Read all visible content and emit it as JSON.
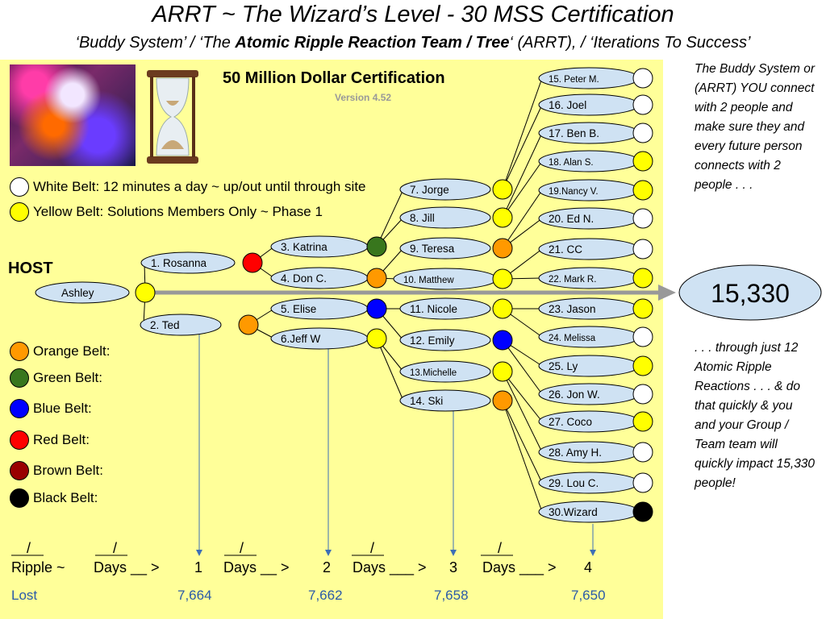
{
  "header": {
    "title": "ARRT ~ The Wizard’s Level - 30 MSS Certification",
    "subtitle_pre": "‘Buddy System’ / ‘The ",
    "subtitle_bold": "Atomic Ripple Reaction Team / Tree",
    "subtitle_post": "‘ (ARRT), / ‘Iterations To Success’"
  },
  "certificate": {
    "title": "50 Million Dollar Certification",
    "version": "Version 4.52"
  },
  "legend_top": [
    {
      "label": "White Belt: 12 minutes a day ~ up/out until through site",
      "color": "#ffffff"
    },
    {
      "label": "Yellow Belt: Solutions Members Only ~ Phase 1",
      "color": "#ffff00"
    }
  ],
  "legend_belts": [
    {
      "label": "Orange Belt:",
      "color": "#ff9900"
    },
    {
      "label": "Green Belt:",
      "color": "#38761d"
    },
    {
      "label": "Blue Belt:",
      "color": "#0000ff"
    },
    {
      "label": "Red Belt:",
      "color": "#ff0000"
    },
    {
      "label": "Brown Belt:",
      "color": "#990000"
    },
    {
      "label": "Black Belt:",
      "color": "#000000"
    }
  ],
  "host_label": "HOST",
  "nodes": [
    {
      "label": "Ashley",
      "belt": "#ffff00"
    },
    {
      "label": "1. Rosanna",
      "belt": "#ff0000"
    },
    {
      "label": "2. Ted",
      "belt": "#ff9900"
    },
    {
      "label": "3. Katrina",
      "belt": "#38761d"
    },
    {
      "label": "4. Don C.",
      "belt": "#ff9900"
    },
    {
      "label": "5. Elise",
      "belt": "#0000ff"
    },
    {
      "label": "6.Jeff W",
      "belt": "#ffff00"
    },
    {
      "label": "7. Jorge",
      "belt": "#ffff00"
    },
    {
      "label": "8. Jill",
      "belt": "#ffff00"
    },
    {
      "label": "9. Teresa",
      "belt": "#ff9900"
    },
    {
      "label": "10. Matthew",
      "belt": "#ffff00"
    },
    {
      "label": "11. Nicole",
      "belt": "#ffff00"
    },
    {
      "label": "12. Emily",
      "belt": "#0000ff"
    },
    {
      "label": "13.Michelle",
      "belt": "#ffff00"
    },
    {
      "label": "14. Ski",
      "belt": "#ff9900"
    },
    {
      "label": "15. Peter M.",
      "belt": "#ffffff"
    },
    {
      "label": "16. Joel",
      "belt": "#ffffff"
    },
    {
      "label": "17. Ben B.",
      "belt": "#ffffff"
    },
    {
      "label": "18. Alan S.",
      "belt": "#ffff00"
    },
    {
      "label": "19.Nancy V.",
      "belt": "#ffff00"
    },
    {
      "label": "20. Ed N.",
      "belt": "#ffffff"
    },
    {
      "label": "21. CC",
      "belt": "#ffffff"
    },
    {
      "label": "22. Mark R.",
      "belt": "#ffff00"
    },
    {
      "label": "23. Jason",
      "belt": "#ffff00"
    },
    {
      "label": "24. Melissa",
      "belt": "#ffffff"
    },
    {
      "label": "25. Ly",
      "belt": "#ffff00"
    },
    {
      "label": "26. Jon W.",
      "belt": "#ffffff"
    },
    {
      "label": "27. Coco",
      "belt": "#ffff00"
    },
    {
      "label": "28. Amy H.",
      "belt": "#ffffff"
    },
    {
      "label": "29. Lou C.",
      "belt": "#ffffff"
    },
    {
      "label": "30.Wizard",
      "belt": "#000000"
    }
  ],
  "result": {
    "value": "15,330"
  },
  "side_text_top": "The Buddy System or (ARRT) YOU connect with 2 people and make sure they and every future person connects with 2 people . . .",
  "side_text_bottom": ". . . through just 12 Atomic Ripple Reactions . . . & do that quickly & you and your Group / Team team will quickly impact 15,330 people!",
  "bottom": {
    "slash": "/",
    "ripple_label": "Ripple ~",
    "days_labels": [
      "Days __ >",
      "Days __ >",
      "Days ___ >",
      "Days ___ >"
    ],
    "numbers": [
      "1",
      "2",
      "3",
      "4"
    ],
    "lost_label": "Lost",
    "lost_values": [
      "7,664",
      "7,662",
      "7,658",
      "7,650"
    ]
  },
  "colors": {
    "panel": "#ffff99",
    "node_fill": "#cfe2f3",
    "lost_text": "#2a5aa8",
    "arrow": "#999999"
  }
}
